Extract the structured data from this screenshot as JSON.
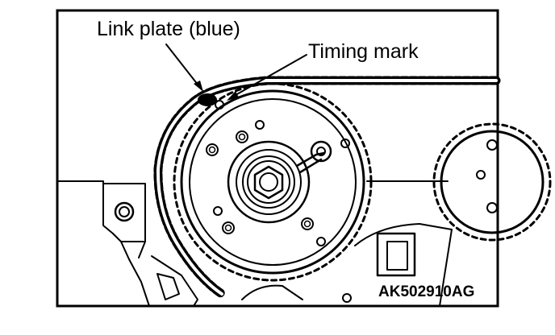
{
  "labels": {
    "link_plate": "Link plate (blue)",
    "timing_mark": "Timing mark",
    "figure_code": "AK502910AG"
  },
  "colors": {
    "line": "#000000",
    "background": "#ffffff"
  }
}
